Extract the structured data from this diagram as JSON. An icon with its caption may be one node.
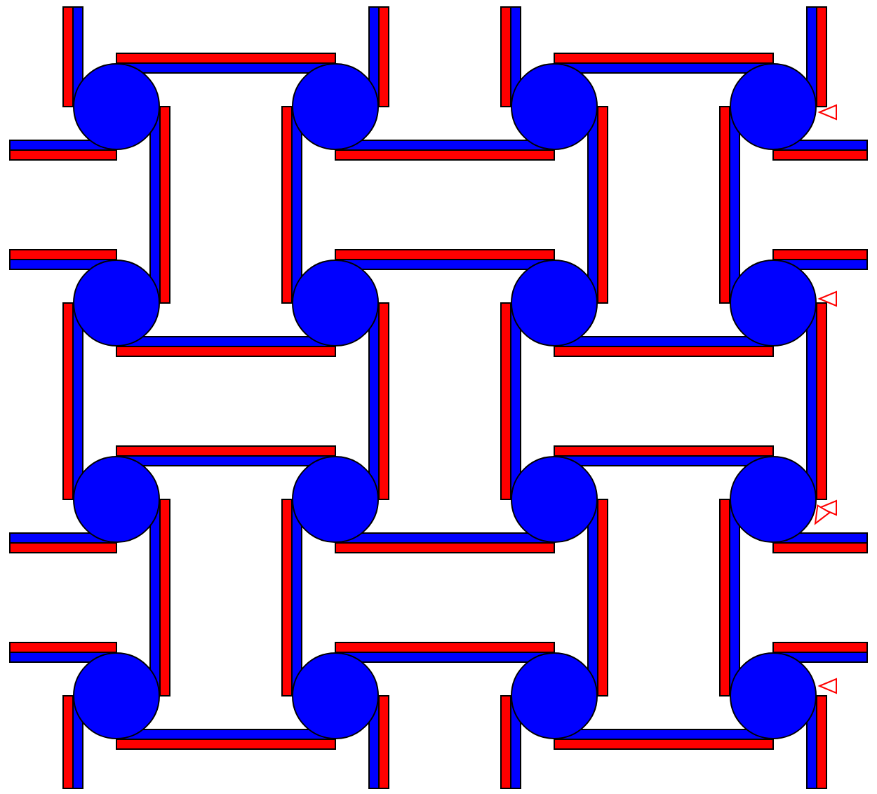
{
  "diagram": {
    "nodes": [
      {
        "text": [],
        "shape": "circle"
      },
      {
        "text": [],
        "shape": "circle"
      },
      {
        "text": [],
        "shape": "circle"
      },
      {
        "text": [],
        "shape": "circle"
      },
      {
        "text": [],
        "shape": "circle"
      },
      {
        "text": [],
        "shape": "circle"
      },
      {
        "text": [],
        "shape": "circle"
      },
      {
        "text": [],
        "shape": "circle"
      },
      {
        "text": [],
        "shape": "circle"
      },
      {
        "text": [],
        "shape": "circle"
      },
      {
        "text": [],
        "shape": "circle"
      },
      {
        "text": [],
        "shape": "circle"
      },
      {
        "text": [],
        "shape": "circle"
      },
      {
        "text": [],
        "shape": "circle"
      },
      {
        "text": [],
        "shape": "circle"
      },
      {
        "text": [],
        "shape": "circle"
      }
    ],
    "edges": [
      {
        "from": 0,
        "to": 1,
        "arrow": "none"
      },
      {
        "from": 1,
        "to": 2,
        "arrow": "none"
      },
      {
        "from": 2,
        "to": 3,
        "arrow": "none"
      },
      {
        "from": 4,
        "to": 5,
        "arrow": "none"
      },
      {
        "from": 5,
        "to": 6,
        "arrow": "none"
      },
      {
        "from": 6,
        "to": 7,
        "arrow": "none"
      },
      {
        "from": 8,
        "to": 9,
        "arrow": "none"
      },
      {
        "from": 9,
        "to": 10,
        "arrow": "none"
      },
      {
        "from": 10,
        "to": 11,
        "arrow": "none"
      },
      {
        "from": 12,
        "to": 13,
        "arrow": "none"
      },
      {
        "from": 13,
        "to": 14,
        "arrow": "none"
      },
      {
        "from": 14,
        "to": 15,
        "arrow": "none"
      },
      {
        "from": 0,
        "to": 4,
        "arrow": "none"
      },
      {
        "from": 1,
        "to": 5,
        "arrow": "none"
      },
      {
        "from": 2,
        "to": 6,
        "arrow": "none"
      },
      {
        "from": 3,
        "to": 7,
        "arrow": "none"
      },
      {
        "from": 4,
        "to": 8,
        "arrow": "none"
      },
      {
        "from": 5,
        "to": 9,
        "arrow": "none"
      },
      {
        "from": 6,
        "to": 10,
        "arrow": "none"
      },
      {
        "from": 7,
        "to": 11,
        "arrow": "none"
      },
      {
        "from": 8,
        "to": 12,
        "arrow": "none"
      },
      {
        "from": 9,
        "to": 13,
        "arrow": "none"
      },
      {
        "from": 10,
        "to": 14,
        "arrow": "none"
      },
      {
        "from": 11,
        "to": 15,
        "arrow": "none"
      },
      {
        "from": 0,
        "to": null,
        "arrow": "none"
      },
      {
        "from": 1,
        "to": null,
        "arrow": "none"
      },
      {
        "from": 2,
        "to": null,
        "arrow": "none"
      },
      {
        "from": 3,
        "to": null,
        "arrow": "none"
      },
      {
        "from": 12,
        "to": null,
        "arrow": "none"
      },
      {
        "from": 13,
        "to": null,
        "arrow": "none"
      },
      {
        "from": 14,
        "to": null,
        "arrow": "none"
      },
      {
        "from": 15,
        "to": null,
        "arrow": "none"
      },
      {
        "from": 0,
        "to": null,
        "arrow": "none"
      },
      {
        "from": 4,
        "to": null,
        "arrow": "none"
      },
      {
        "from": 8,
        "to": null,
        "arrow": "none"
      },
      {
        "from": 12,
        "to": null,
        "arrow": "none"
      },
      {
        "from": 3,
        "to": null,
        "arrow": "none"
      },
      {
        "from": 7,
        "to": null,
        "arrow": "none"
      },
      {
        "from": 11,
        "to": null,
        "arrow": "none"
      },
      {
        "from": 15,
        "to": null,
        "arrow": "none"
      }
    ]
  }
}
